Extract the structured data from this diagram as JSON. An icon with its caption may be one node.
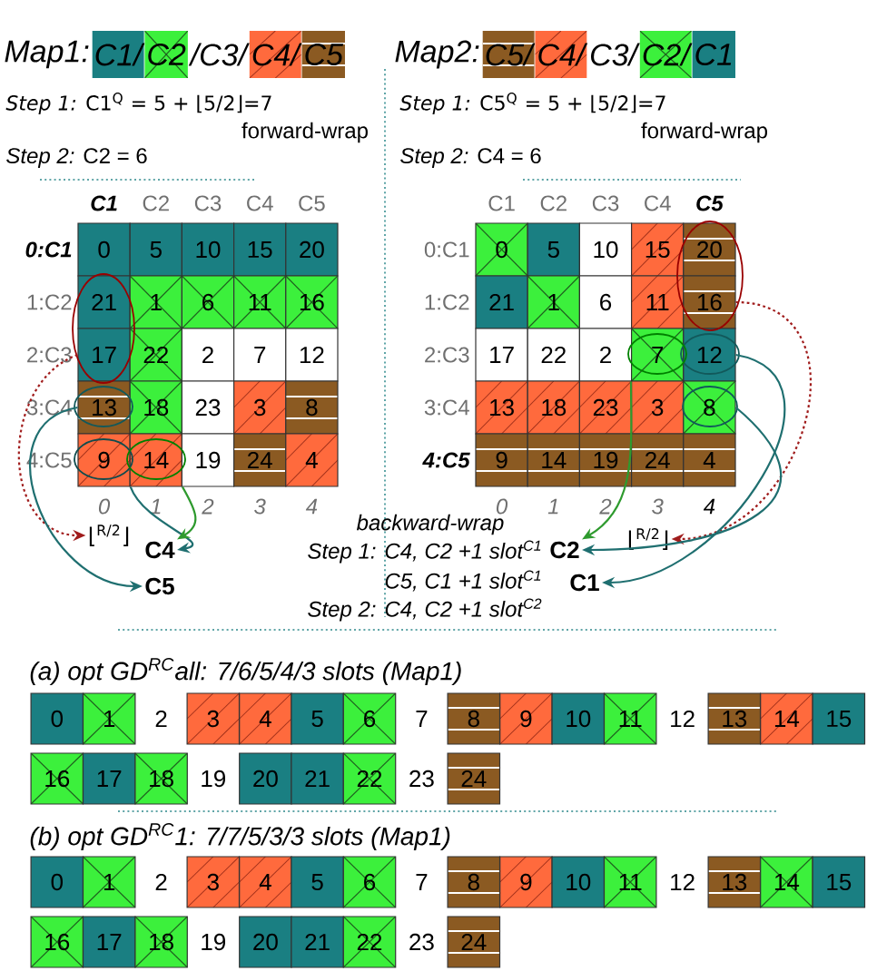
{
  "diagram": {
    "nodes": [
      {
        "text": [
          "C1/"
        ]
      },
      {
        "text": [
          "C2"
        ]
      },
      {
        "text": [
          "C4/"
        ]
      },
      {
        "text": [
          "C5"
        ]
      },
      {
        "text": [
          "C5/"
        ]
      },
      {
        "text": [
          "C4/"
        ]
      },
      {
        "text": [
          "C2/"
        ]
      },
      {
        "text": [
          "C1"
        ]
      },
      {
        "text": [
          "0"
        ]
      },
      {
        "text": [
          "5"
        ]
      },
      {
        "text": [
          "10"
        ]
      },
      {
        "text": [
          "15"
        ]
      },
      {
        "text": [
          "20"
        ]
      },
      {
        "text": [
          "21"
        ]
      },
      {
        "text": [
          "1"
        ]
      },
      {
        "text": [
          "6"
        ]
      },
      {
        "text": [
          "11"
        ]
      },
      {
        "text": [
          "16"
        ]
      },
      {
        "text": [
          "17"
        ]
      },
      {
        "text": [
          "22"
        ]
      },
      {
        "text": [
          "2"
        ]
      },
      {
        "text": [
          "7"
        ]
      },
      {
        "text": [
          "12"
        ]
      },
      {
        "text": [
          "13"
        ]
      },
      {
        "text": [
          "18"
        ]
      },
      {
        "text": [
          "23"
        ]
      },
      {
        "text": [
          "3"
        ]
      },
      {
        "text": [
          "8"
        ]
      },
      {
        "text": [
          "9"
        ]
      },
      {
        "text": [
          "14"
        ]
      },
      {
        "text": [
          "19"
        ]
      },
      {
        "text": [
          "24"
        ]
      },
      {
        "text": [
          "4"
        ]
      },
      {
        "text": [
          "0"
        ]
      },
      {
        "text": [
          "5"
        ]
      },
      {
        "text": [
          "10"
        ]
      },
      {
        "text": [
          "15"
        ]
      },
      {
        "text": [
          "20"
        ]
      },
      {
        "text": [
          "21"
        ]
      },
      {
        "text": [
          "1"
        ]
      },
      {
        "text": [
          "6"
        ]
      },
      {
        "text": [
          "11"
        ]
      },
      {
        "text": [
          "16"
        ]
      },
      {
        "text": [
          "17"
        ]
      },
      {
        "text": [
          "22"
        ]
      },
      {
        "text": [
          "2"
        ]
      },
      {
        "text": [
          "7"
        ]
      },
      {
        "text": [
          "12"
        ]
      },
      {
        "text": [
          "13"
        ]
      },
      {
        "text": [
          "18"
        ]
      },
      {
        "text": [
          "23"
        ]
      },
      {
        "text": [
          "3"
        ]
      },
      {
        "text": [
          "8"
        ]
      },
      {
        "text": [
          "9"
        ]
      },
      {
        "text": [
          "14"
        ]
      },
      {
        "text": [
          "19"
        ]
      },
      {
        "text": [
          "24"
        ]
      },
      {
        "text": [
          "4"
        ]
      },
      {
        "text": [
          "⌊$^{R/2}$⌋"
        ]
      },
      {
        "text": [
          "C4"
        ]
      },
      {
        "text": [
          "C5"
        ]
      },
      {
        "text": [
          "C2"
        ]
      },
      {
        "text": [
          "C1"
        ]
      },
      {
        "text": [
          "⌊$^{R/2}$⌋"
        ]
      },
      {
        "text": [
          "0"
        ]
      },
      {
        "text": [
          "1"
        ]
      },
      {
        "text": [
          "3"
        ]
      },
      {
        "text": [
          "4"
        ]
      },
      {
        "text": [
          "5"
        ]
      },
      {
        "text": [
          "6"
        ]
      },
      {
        "text": [
          "8"
        ]
      },
      {
        "text": [
          "9"
        ]
      },
      {
        "text": [
          "10"
        ]
      },
      {
        "text": [
          "11"
        ]
      },
      {
        "text": [
          "13"
        ]
      },
      {
        "text": [
          "14"
        ]
      },
      {
        "text": [
          "15"
        ]
      },
      {
        "text": [
          "16"
        ]
      },
      {
        "text": [
          "17"
        ]
      },
      {
        "text": [
          "18"
        ]
      },
      {
        "text": [
          "20"
        ]
      },
      {
        "text": [
          "21"
        ]
      },
      {
        "text": [
          "22"
        ]
      },
      {
        "text": [
          "24"
        ]
      },
      {
        "text": [
          "0"
        ]
      },
      {
        "text": [
          "1"
        ]
      },
      {
        "text": [
          "3"
        ]
      },
      {
        "text": [
          "4"
        ]
      },
      {
        "text": [
          "5"
        ]
      },
      {
        "text": [
          "6"
        ]
      },
      {
        "text": [
          "8"
        ]
      },
      {
        "text": [
          "9"
        ]
      },
      {
        "text": [
          "10"
        ]
      },
      {
        "text": [
          "11"
        ]
      },
      {
        "text": [
          "13"
        ]
      },
      {
        "text": [
          "14"
        ]
      },
      {
        "text": [
          "15"
        ]
      },
      {
        "text": [
          "16"
        ]
      },
      {
        "text": [
          "17"
        ]
      },
      {
        "text": [
          "18"
        ]
      },
      {
        "text": [
          "20"
        ]
      },
      {
        "text": [
          "21"
        ]
      },
      {
        "text": [
          "22"
        ]
      },
      {
        "text": [
          "24"
        ]
      }
    ],
    "edges": [
      {
        "from": 18,
        "to": 58,
        "arrow": "to",
        "style": "dashed",
        "color": "#a01c1c"
      },
      {
        "from": 23,
        "to": 60,
        "arrow": "to"
      },
      {
        "from": 28,
        "to": 59,
        "arrow": "to"
      },
      {
        "from": 29,
        "to": 59,
        "arrow": "to",
        "color": "#2e9a2e"
      },
      {
        "from": 42,
        "to": 63,
        "arrow": "to",
        "style": "dashed",
        "color": "#a01c1c"
      },
      {
        "from": 47,
        "to": 62,
        "arrow": "to"
      },
      {
        "from": 46,
        "to": 61,
        "arrow": "to",
        "color": "#2e9a2e"
      },
      {
        "from": 52,
        "to": 61,
        "arrow": "to"
      }
    ],
    "labels": [
      "Map1:",
      "/C3/",
      "Map2:",
      "C3/",
      "*Step 1:* C1$^{Q}$ = 5 + ⌊5/2⌋=7",
      "forward-wrap",
      "*Step 2:* C2  = 6",
      "*Step 1:* C5$^{Q}$ = 5 + ⌊5/2⌋=7",
      "forward-wrap",
      "*Step 2:* C4  = 6",
      "C1",
      "C2",
      "C3",
      "C4",
      "C5",
      "0:C1",
      "1:C2",
      "2:C3",
      "3:C4",
      "4:C5",
      "0",
      "1",
      "2",
      "3",
      "4",
      "C1",
      "C2",
      "C3",
      "C4",
      "C5",
      "0:C1",
      "1:C2",
      "2:C3",
      "3:C4",
      "4:C5",
      "0",
      "1",
      "2",
      "3",
      "4",
      "backward-wrap",
      "Step 1: C4, C2 +1 slot$^{C1}$",
      "C5, C1 +1 slot$^{C1}$",
      "Step 2: C4, C2 +1 slot$^{C2}$",
      "(a) opt GD$^{RC}$all: 7/6/5/4/3 slots (Map1)",
      "2",
      "7",
      "12",
      "19",
      "23",
      "(b) opt GD$^{RC}$1: 7/7/5/3/3 slots (Map1)",
      "2",
      "7",
      "12",
      "19",
      "23"
    ]
  }
}
